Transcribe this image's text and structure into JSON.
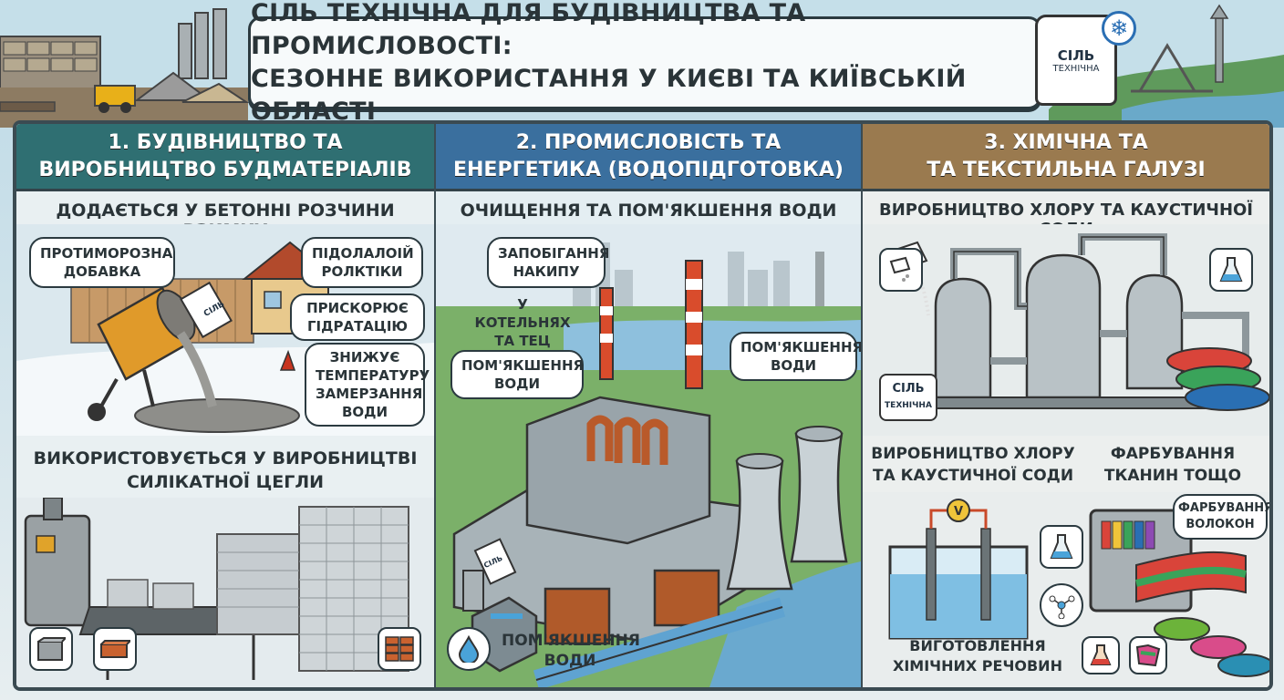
{
  "header": {
    "title_line1": "СІЛЬ ТЕХНІЧНА ДЛЯ БУДІВНИЦТВА ТА ПРОМИСЛОВОСТІ:",
    "title_line2": "СЕЗОННЕ ВИКОРИСТАННЯ У КИЄВІ ТА КИЇВСЬКІЙ ОБЛАСТІ",
    "bag_line1": "СІЛЬ",
    "bag_line2": "ТЕХНІЧНА",
    "snow_icon": "snowflake-icon"
  },
  "panel1": {
    "head_line1": "1. БУДІВНИЦТВО ТА",
    "head_line2": "ВИРОБНИЦТВО БУДМАТЕРІАЛІВ",
    "subtitle": "ДОДАЄТЬСЯ У БЕТОННІ РОЗЧИНИ ВЗИМКУ",
    "bubble_antifreeze_1": "ПРОТИМОРОЗНА",
    "bubble_antifreeze_2": "ДОБАВКА",
    "bubble_podolaloi_1": "ПІДОЛАЛОІЙ",
    "bubble_podolaloi_2": "РОЛКТІКИ",
    "bubble_hydration_1": "ПРИСКОРЮЄ",
    "bubble_hydration_2": "ГІДРАТАЦІЮ",
    "bubble_freeze_1": "ЗНИЖУЄ",
    "bubble_freeze_2": "ТЕМПЕРАТУРУ",
    "bubble_freeze_3": "ЗАМЕРЗАННЯ",
    "bubble_freeze_4": "ВОДИ",
    "bag_label": "СІЛЬ",
    "section2_line1": "ВИКОРИСТОВУЄТЬСЯ У ВИРОБНИЦТВІ",
    "section2_line2": "СИЛІКАТНОЇ ЦЕГЛИ",
    "icons": [
      "concrete-block-icon",
      "brick-icon",
      "brick-stack-icon"
    ]
  },
  "panel2": {
    "head_line1": "2. ПРОМИСЛОВІСТЬ ТА",
    "head_line2": "ЕНЕРГЕТИКА (ВОДОПІДГОТОВКА)",
    "subtitle": "ОЧИЩЕННЯ ТА ПОМ'ЯКШЕННЯ ВОДИ",
    "bubble_scale_1": "ЗАПОБІГАННЯ",
    "bubble_scale_2": "НАКИПУ",
    "boiler_1": "У КОТЕЛЬНЯХ",
    "boiler_2": "ТА ТЕЦ",
    "bubble_soft_1": "ПОМ'ЯКШЕННЯ",
    "bubble_soft_2": "ВОДИ",
    "bubble_soft2_1": "ПОМ'ЯКШЕННЯ",
    "bubble_soft2_2": "ВОДИ",
    "bottom_1": "ПОМ'ЯКШЕННЯ",
    "bottom_2": "ВОДИ",
    "bag_label": "СІЛЬ",
    "icon": "water-drop-icon"
  },
  "panel3": {
    "head_line1": "3. ХІМІЧНА ТА",
    "head_line2": "ТА ТЕКСТИЛЬНА ГАЛУЗІ",
    "subtitle": "ВИРОБНИЦТВО ХЛОРУ ТА КАУСТИЧНОЇ СОДИ",
    "bag_label": "СІЛЬ",
    "bag_label2": "ТЕХНІЧНА",
    "chlor_1": "ВИРОБНИЦТВО ХЛОРУ",
    "chlor_2": "ТА КАУСТИЧНОЇ СОДИ",
    "dye_1": "ФАРБУВАННЯ",
    "dye_2": "ТКАНИН ТОЩО",
    "bubble_fiber_1": "ФАРБУВАННЯ",
    "bubble_fiber_2": "ВОЛОКОН",
    "voltmeter": "V",
    "chem_1": "ВИГОТОВЛЕННЯ",
    "chem_2": "ХІМІЧНИХ РЕЧОВИН",
    "icons": [
      "salt-pour-icon",
      "flask-icon",
      "molecule-icon",
      "chemistry-icon",
      "fabric-icon"
    ]
  },
  "colors": {
    "panel1": "#2f6f72",
    "panel2": "#3a6f9e",
    "panel3": "#9a7a4f",
    "outline": "#2b3a40"
  }
}
